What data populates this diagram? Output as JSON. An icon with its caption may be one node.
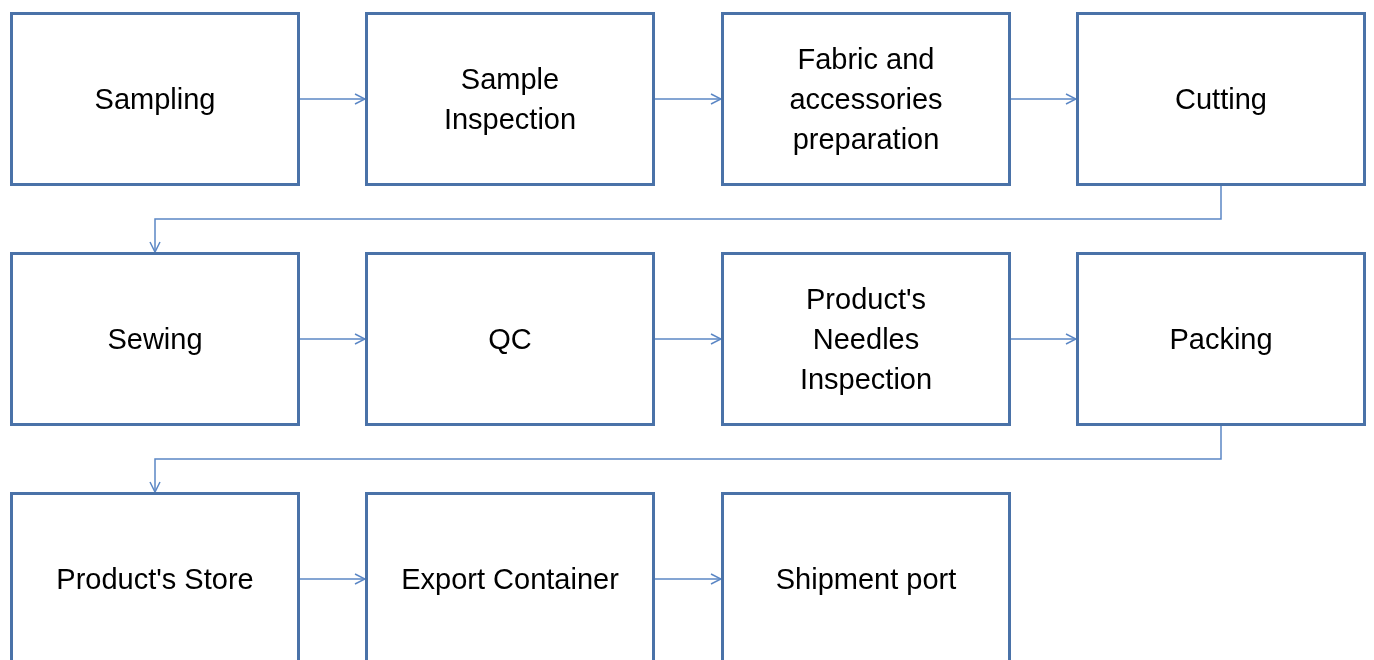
{
  "diagram": {
    "nodes": [
      {
        "text": [
          "Sampling"
        ]
      },
      {
        "text": [
          "Sample Inspection"
        ]
      },
      {
        "text": [
          "Fabric and accessories preparation"
        ]
      },
      {
        "text": [
          "Cutting"
        ]
      },
      {
        "text": [
          "Sewing"
        ]
      },
      {
        "text": [
          "QC"
        ]
      },
      {
        "text": [
          "Product's Needles Inspection"
        ]
      },
      {
        "text": [
          "Packing"
        ]
      },
      {
        "text": [
          "Product's Store"
        ]
      },
      {
        "text": [
          "Export Container"
        ]
      },
      {
        "text": [
          "Shipment port"
        ]
      }
    ],
    "edges": [
      {
        "from": 0,
        "to": 1,
        "arrow": "to"
      },
      {
        "from": 1,
        "to": 2,
        "arrow": "to"
      },
      {
        "from": 2,
        "to": 3,
        "arrow": "to"
      },
      {
        "from": 3,
        "to": 4,
        "arrow": "to"
      },
      {
        "from": 4,
        "to": 5,
        "arrow": "to"
      },
      {
        "from": 5,
        "to": 6,
        "arrow": "to"
      },
      {
        "from": 6,
        "to": 7,
        "arrow": "to"
      },
      {
        "from": 7,
        "to": 8,
        "arrow": "to"
      },
      {
        "from": 8,
        "to": 9,
        "arrow": "to"
      },
      {
        "from": 9,
        "to": 10,
        "arrow": "to"
      }
    ]
  }
}
